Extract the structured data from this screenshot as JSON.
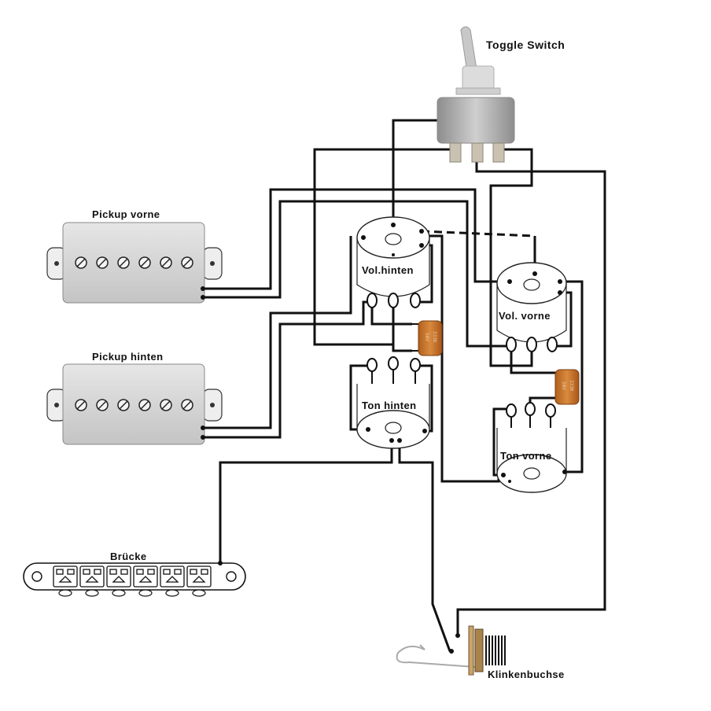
{
  "labels": {
    "toggle_switch": "Toggle Switch",
    "pickup_front": "Pickup vorne",
    "pickup_rear": "Pickup hinten",
    "vol_rear": "Vol.hinten",
    "vol_front": "Vol. vorne",
    "tone_rear": "Ton hinten",
    "tone_front": "Ton vorne",
    "bridge": "Brücke",
    "jack": "Klinkenbuchse"
  },
  "capacitors": {
    "rear_text1": "333K",
    "rear_text2": "50V",
    "front_text1": "333K",
    "front_text2": "50V"
  },
  "colors": {
    "wire": "#111111",
    "pickup_body": "#d4d4d4",
    "pot_fill": "#ffffff",
    "capacitor": "#c8742e",
    "toggle_body": "#bdbdbd"
  }
}
